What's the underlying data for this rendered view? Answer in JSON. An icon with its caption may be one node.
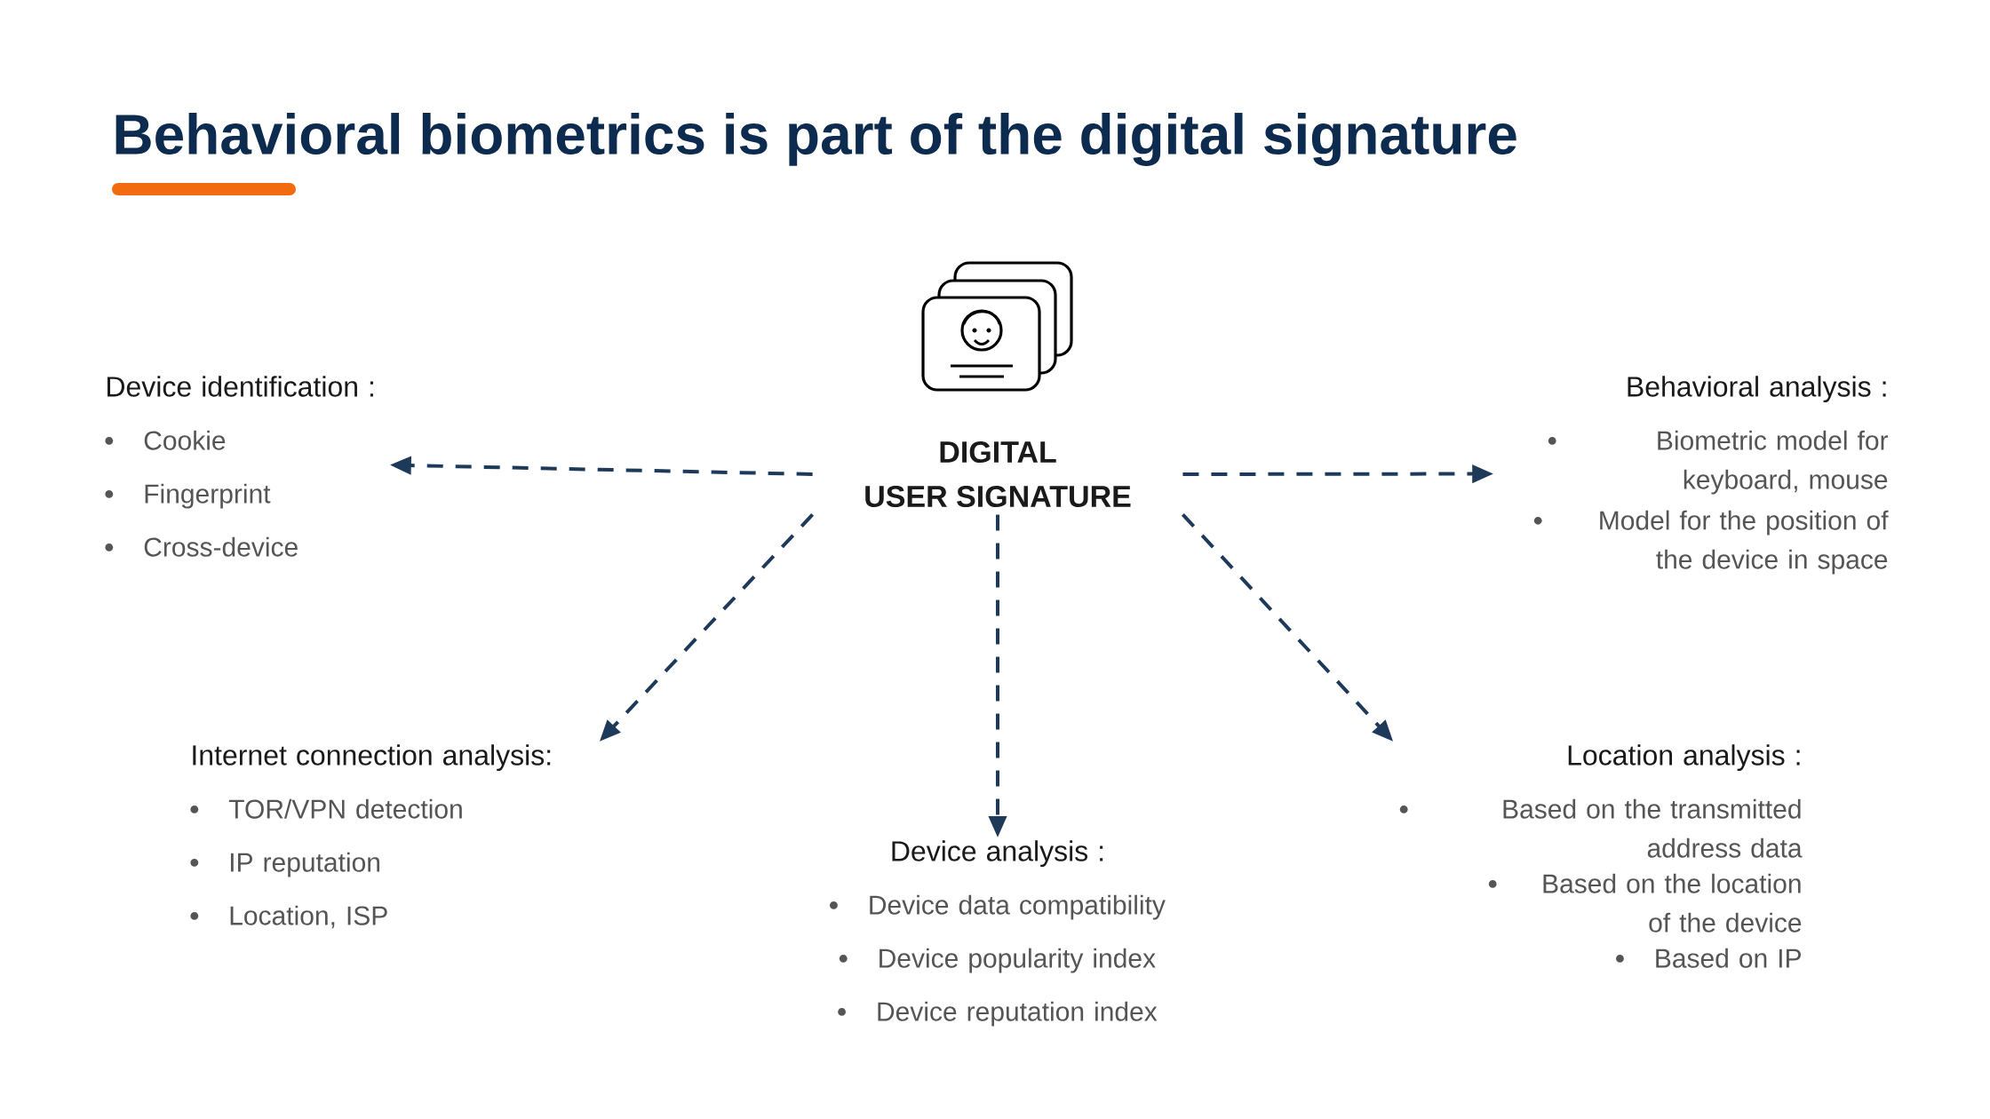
{
  "diagram": {
    "title": "Behavioral biometrics is part of the digital signature",
    "nodes": [
      {
        "text": [
          "DIGITAL USER SIGNATURE"
        ]
      },
      {
        "text": [
          "Device identification :",
          "Cookie",
          "Fingerprint",
          "Cross-device"
        ]
      },
      {
        "text": [
          "Behavioral analysis :",
          "Biometric model for keyboard, mouse",
          "Model for the position of the device in space"
        ]
      },
      {
        "text": [
          "Internet connection analysis:",
          "TOR/VPN detection",
          "IP reputation",
          "Location, ISP"
        ]
      },
      {
        "text": [
          "Device analysis :",
          "Device data compatibility",
          "Device popularity index",
          "Device reputation index"
        ]
      },
      {
        "text": [
          "Location analysis :",
          "Based on the transmitted address data",
          "Based on the location of the device",
          "Based on IP"
        ]
      }
    ],
    "edges": [
      {
        "from": 0,
        "to": 1,
        "arrow": "to",
        "style": "dashed"
      },
      {
        "from": 0,
        "to": 2,
        "arrow": "to",
        "style": "dashed"
      },
      {
        "from": 0,
        "to": 3,
        "arrow": "to",
        "style": "dashed"
      },
      {
        "from": 0,
        "to": 4,
        "arrow": "to",
        "style": "dashed"
      },
      {
        "from": 0,
        "to": 5,
        "arrow": "to",
        "style": "dashed"
      }
    ]
  }
}
